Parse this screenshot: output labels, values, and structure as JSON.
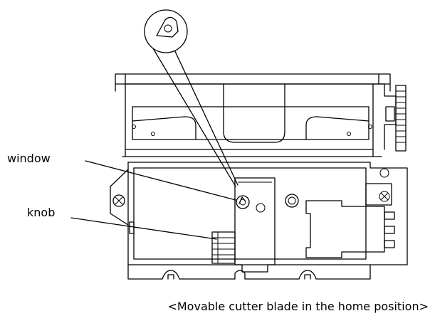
{
  "labels": {
    "window": "window",
    "knob": "knob"
  },
  "caption": "<Movable cutter blade in the home position>"
}
